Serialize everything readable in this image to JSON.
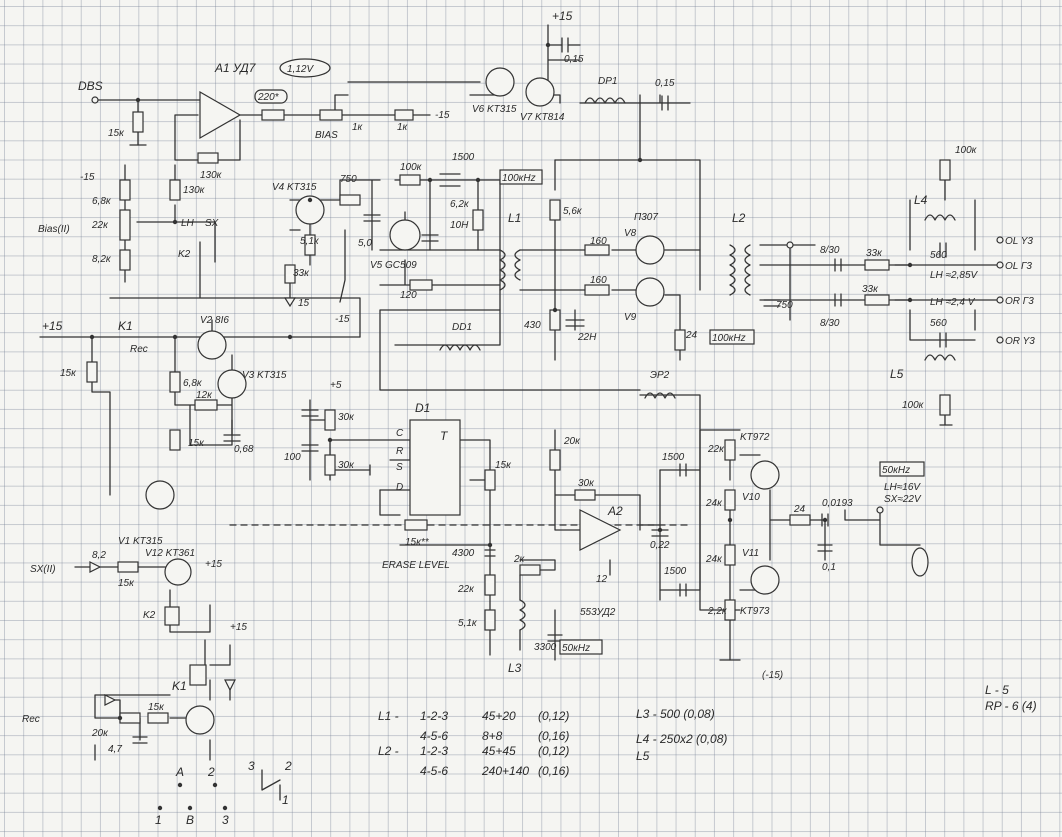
{
  "labels": {
    "dbs": "DBS",
    "a1": "A1 УД7",
    "a1_volt": "1,12V",
    "r220": "220*",
    "bias": "BIAS",
    "r15k_a": "15к",
    "r130k_a": "130к",
    "r130k_b": "130к",
    "minus15_a": "-15",
    "r68k": "6,8к",
    "bias2": "Bias(II)",
    "r22k": "22к",
    "r82k": "8,2к",
    "lh": "LH",
    "sx": "SX",
    "k2": "K2",
    "k1": "K1",
    "rec": "Rec",
    "plus15_l": "+15",
    "r15k_b": "15к",
    "v2": "V2 8I6",
    "v3": "V3 KT315",
    "r68k_b": "6,8к",
    "r12k": "12к",
    "r15k_c": "15к",
    "c068": "0,68",
    "v4": "V4 KT315",
    "r750": "750",
    "r51k": "5,1к",
    "c50": "5,0",
    "r33k": "33к",
    "d15": "15",
    "minus15_b": "-15",
    "v5": "V5 GC509",
    "r100k_a": "100к",
    "c1500_a": "1500",
    "r62k": "6,2к",
    "c10n": "10Н",
    "r120": "120",
    "f100k_a": "100кHz",
    "l1": "L1",
    "r56k": "5,6к",
    "r430": "430",
    "c22n": "22Н",
    "p307": "П307",
    "v8": "V8",
    "v9": "V9",
    "r160_a": "160",
    "r160_b": "160",
    "r24_a": "24",
    "f100k_b": "100кHz",
    "l2": "L2",
    "r750_b": "750",
    "r1k_a": "1к",
    "r1k_b": "1к",
    "minus15_c": "-15",
    "v6": "V6 KT315",
    "v7": "V7 KT814",
    "plus15_t": "+15",
    "c015_a": "0,15",
    "dp1": "DP1",
    "c015_b": "0,15",
    "dd1": "DD1",
    "ep2": "ЭP2",
    "c830_a": "8/30",
    "c830_b": "8/30",
    "r33k_b": "33к",
    "r33k_c": "33к",
    "lh_285": "LH ≈2,85V",
    "lh_24": "LH ≈2,4 V",
    "c560_a": "560",
    "c560_b": "560",
    "l4": "L4",
    "l5": "L5",
    "r100k_b": "100к",
    "r100k_c": "100к",
    "ol_y3": "OL Y3",
    "ol_g3": "OL Г3",
    "or_g3": "OR Г3",
    "or_y3": "OR Y3",
    "d1": "D1",
    "t": "T",
    "c_pin": "C",
    "r_pin": "R",
    "s_pin": "S",
    "d_pin": "D",
    "plus5": "+5",
    "r30k_a": "30к",
    "r30k_b": "30к",
    "c100": "100",
    "r15k_d": "15к",
    "r15k_e": "15к**",
    "erase_level": "ERASE LEVEL",
    "c4300": "4300",
    "r22k_b": "22к",
    "r51k_b": "5,1к",
    "r2k": "2к",
    "l3": "L3",
    "c3300": "3300",
    "f50k_a": "50кHz",
    "r20k": "20к",
    "r30k_c": "30к",
    "a2": "A2",
    "n12": "12",
    "a2_type": "553УД2",
    "v10": "V10",
    "v11": "V11",
    "kt972": "KT972",
    "kt973": "KT973",
    "r22k_c": "22к",
    "r24k_a": "24к",
    "r24k_b": "24к",
    "r22k_d": "2,2к",
    "c1500_b": "1500",
    "c1500_c": "1500",
    "c022": "0,22",
    "r24_b": "24",
    "c00193": "0,0193",
    "c01": "0,1",
    "f50k_b": "50кHz",
    "lh_16": "LH≈16V",
    "sx_22": "SX≈22V",
    "minus15_d": "(-15)",
    "v1": "V1 KT315",
    "v12": "V12 KT361",
    "r82": "8,2",
    "sx_ii": "SX(II)",
    "r15k_f": "15к",
    "k2_b": "K2",
    "plus15_c": "+15",
    "k1_b": "K1",
    "plus15_d": "+15",
    "rec_b": "Rec",
    "r20k_b": "20к",
    "r15k_g": "15к",
    "c47": "4,7",
    "sw_a": "A",
    "sw_b": "B",
    "sw_2a": "2",
    "sw_3": "3",
    "sw_1": "1",
    "sw_2b": "2",
    "sw_3b": "3",
    "sw_1b": "1"
  },
  "winding_table": [
    {
      "coil": "L1 -",
      "taps": "1-2-3",
      "turns": "45+20",
      "wire": "(0,12)"
    },
    {
      "coil": "",
      "taps": "4-5-6",
      "turns": "8+8",
      "wire": "(0,16)"
    },
    {
      "coil": "L2 -",
      "taps": "1-2-3",
      "turns": "45+45",
      "wire": "(0,12)"
    },
    {
      "coil": "",
      "taps": "4-5-6",
      "turns": "240+140",
      "wire": "(0,16)"
    }
  ],
  "winding_right": [
    "L3 - 500 (0,08)",
    "L4 - 250x2 (0,08)",
    "L5"
  ],
  "stamp": [
    "L - 5",
    "RP - 6 (4)"
  ]
}
